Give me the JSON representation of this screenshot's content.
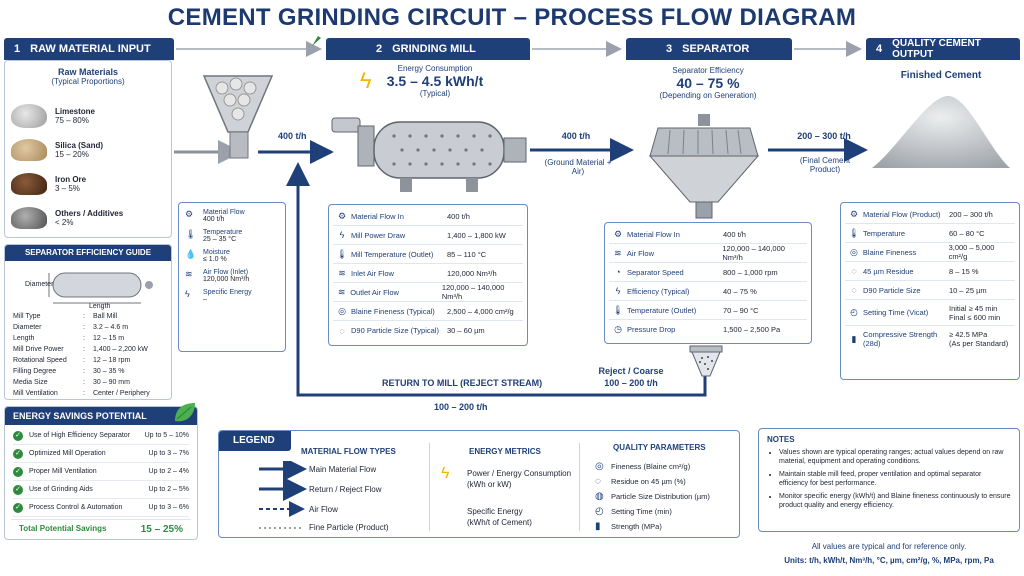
{
  "title": "CEMENT GRINDING CIRCUIT – PROCESS FLOW DIAGRAM",
  "stages": [
    {
      "num": "1",
      "label": "RAW MATERIAL INPUT"
    },
    {
      "num": "2",
      "label": "GRINDING MILL"
    },
    {
      "num": "3",
      "label": "SEPARATOR"
    },
    {
      "num": "4",
      "label": "QUALITY CEMENT OUTPUT"
    }
  ],
  "raw": {
    "heading": "Raw Materials",
    "sub": "(Typical Proportions)",
    "items": [
      {
        "name": "Limestone",
        "value": "75 – 80%"
      },
      {
        "name": "Silica (Sand)",
        "value": "15 – 20%"
      },
      {
        "name": "Iron Ore",
        "value": "3 – 5%"
      },
      {
        "name": "Others / Additives",
        "value": "< 2%"
      }
    ]
  },
  "feed_box": {
    "items": [
      {
        "label": "Material Flow",
        "value": "400 t/h"
      },
      {
        "label": "Temperature",
        "value": "25 – 35 °C"
      },
      {
        "label": "Moisture",
        "value": "≤ 1.0 %"
      },
      {
        "label": "Air Flow (Inlet)",
        "value": "120,000 Nm³/h"
      },
      {
        "label": "Specific Energy",
        "value": "–"
      }
    ]
  },
  "guide": {
    "title": "SEPARATOR EFFICIENCY GUIDE",
    "diameter_label": "Diameter",
    "length_label": "Length",
    "rows": [
      {
        "k": "Mill Type",
        "v": "Ball Mill"
      },
      {
        "k": "Diameter",
        "v": "3.2 – 4.6 m"
      },
      {
        "k": "Length",
        "v": "12 – 15 m"
      },
      {
        "k": "Mill Drive Power",
        "v": "1,400 – 2,200 kW"
      },
      {
        "k": "Rotational Speed",
        "v": "12 – 18 rpm"
      },
      {
        "k": "Filling Degree",
        "v": "30 – 35 %"
      },
      {
        "k": "Media Size",
        "v": "30 – 90 mm"
      },
      {
        "k": "Mill Ventilation",
        "v": "Center / Periphery"
      }
    ]
  },
  "savings": {
    "title": "ENERGY SAVINGS POTENTIAL",
    "rows": [
      {
        "k": "Use of High Efficiency Separator",
        "v": "Up to 5 – 10%"
      },
      {
        "k": "Optimized Mill Operation",
        "v": "Up to 3 – 7%"
      },
      {
        "k": "Proper Mill Ventilation",
        "v": "Up to 2 – 4%"
      },
      {
        "k": "Use of Grinding Aids",
        "v": "Up to 2 – 5%"
      },
      {
        "k": "Process Control & Automation",
        "v": "Up to 3 – 6%"
      }
    ],
    "total_label": "Total Potential Savings",
    "total_value": "15 – 25%"
  },
  "mill": {
    "metric_label": "Energy Consumption",
    "metric_value": "3.5 – 4.5 kWh/t",
    "metric_sub": "(Typical)",
    "rows": [
      {
        "k": "Material Flow In",
        "v": "400 t/h"
      },
      {
        "k": "Mill Power Draw",
        "v": "1,400 – 1,800 kW"
      },
      {
        "k": "Mill Temperature (Outlet)",
        "v": "85 – 110 °C"
      },
      {
        "k": "Inlet Air Flow",
        "v": "120,000 Nm³/h"
      },
      {
        "k": "Outlet Air Flow",
        "v": "120,000 – 140,000 Nm³/h"
      },
      {
        "k": "Blaine Fineness (Typical)",
        "v": "2,500 – 4,000 cm²/g"
      },
      {
        "k": "D90 Particle Size (Typical)",
        "v": "30 – 60 µm"
      }
    ]
  },
  "separator": {
    "metric_label": "Separator Efficiency",
    "metric_value": "40 – 75 %",
    "metric_sub": "(Depending on Generation)",
    "rows": [
      {
        "k": "Material Flow In",
        "v": "400 t/h"
      },
      {
        "k": "Air Flow",
        "v": "120,000 – 140,000 Nm³/h"
      },
      {
        "k": "Separator Speed",
        "v": "800 – 1,000 rpm"
      },
      {
        "k": "Efficiency (Typical)",
        "v": "40 – 75 %"
      },
      {
        "k": "Temperature (Outlet)",
        "v": "70 – 90 °C"
      },
      {
        "k": "Pressure Drop",
        "v": "1,500 – 2,500 Pa"
      }
    ]
  },
  "output": {
    "heading": "Finished Cement",
    "rows": [
      {
        "k": "Material Flow (Product)",
        "v": "200 – 300 t/h"
      },
      {
        "k": "Temperature",
        "v": "60 – 80 °C"
      },
      {
        "k": "Blaine Fineness",
        "v": "3,000 – 5,000 cm²/g"
      },
      {
        "k": "45 µm Residue",
        "v": "8 – 15 %"
      },
      {
        "k": "D90 Particle Size",
        "v": "10 – 25 µm"
      },
      {
        "k": "Setting Time (Vicat)",
        "v": "Initial ≥ 45 min",
        "v2": "Final ≤ 600 min"
      },
      {
        "k": "Compressive Strength (28d)",
        "v": "≥ 42.5 MPa",
        "v2": "(As per Standard)"
      }
    ]
  },
  "flows": {
    "feed": "400 t/h",
    "mill_out": "400 t/h",
    "mill_out_sub": "(Ground Material + Air)",
    "product": "200 – 300 t/h",
    "product_sub": "(Final Cement Product)",
    "reject_title": "Reject / Coarse",
    "reject_value": "100 – 200 t/h",
    "return_label": "RETURN TO MILL (REJECT STREAM)",
    "return_value": "100 – 200 t/h"
  },
  "legend": {
    "title": "LEGEND",
    "flow_title": "MATERIAL FLOW TYPES",
    "flows": [
      "Main Material Flow",
      "Return / Reject Flow",
      "Air Flow",
      "Fine Particle (Product)"
    ],
    "energy_title": "ENERGY METRICS",
    "energy_1": "Power / Energy Consumption",
    "energy_1b": "(kWh or kW)",
    "energy_2": "Specific Energy",
    "energy_2b": "(kWh/t of Cement)",
    "quality_title": "QUALITY PARAMETERS",
    "quality": [
      "Fineness (Blaine cm²/g)",
      "Residue on 45 µm (%)",
      "Particle Size Distribution (µm)",
      "Setting Time (min)",
      "Strength (MPa)"
    ]
  },
  "notes": {
    "title": "NOTES",
    "items": [
      "Values shown are typical operating ranges; actual values depend on raw material, equipment and operating conditions.",
      "Maintain stable mill feed, proper ventilation and optimal separator efficiency for best performance.",
      "Monitor specific energy (kWh/t) and Blaine fineness continuously to ensure product quality and energy efficiency."
    ]
  },
  "footer_1": "All values are typical and for reference only.",
  "footer_2": "Units: t/h, kWh/t, Nm³/h, °C, µm, cm²/g, %, MPa, rpm, Pa"
}
